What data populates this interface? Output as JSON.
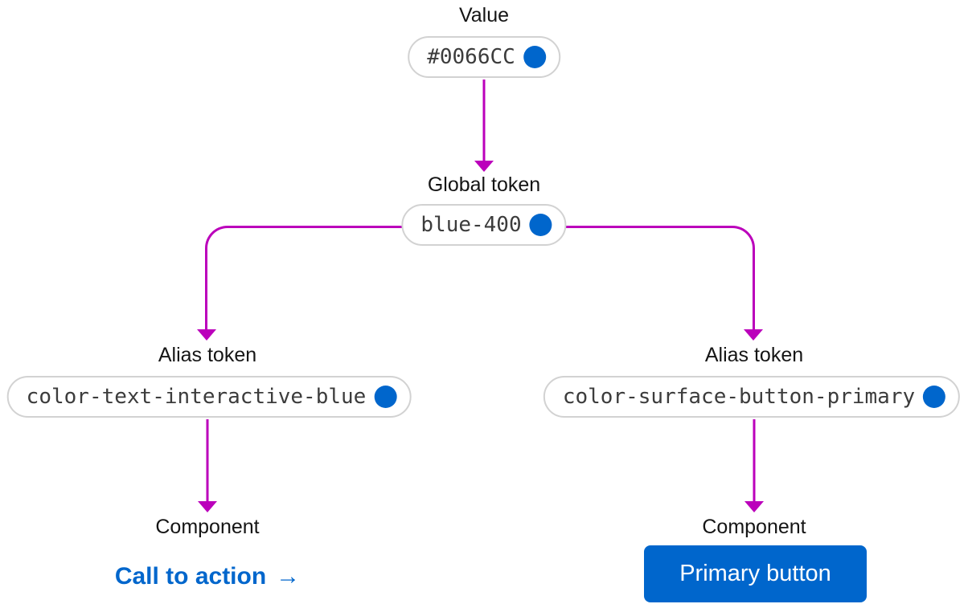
{
  "colors": {
    "accent_blue": "#0066CC",
    "line_magenta": "#BB00BB",
    "label_text": "#151515",
    "pill_text": "#3C3C3C",
    "pill_border": "#D2D2D2",
    "pill_bg": "#FFFFFF",
    "button_text": "#FFFFFF"
  },
  "diagram": {
    "value": {
      "label": "Value",
      "token": "#0066CC"
    },
    "global_token": {
      "label": "Global token",
      "token": "blue-400"
    },
    "alias_left": {
      "label": "Alias token",
      "token": "color-text-interactive-blue"
    },
    "alias_right": {
      "label": "Alias token",
      "token": "color-surface-button-primary"
    },
    "component_left": {
      "label": "Component",
      "link_text": "Call to action",
      "link_arrow": "→"
    },
    "component_right": {
      "label": "Component",
      "button_text": "Primary button"
    }
  }
}
